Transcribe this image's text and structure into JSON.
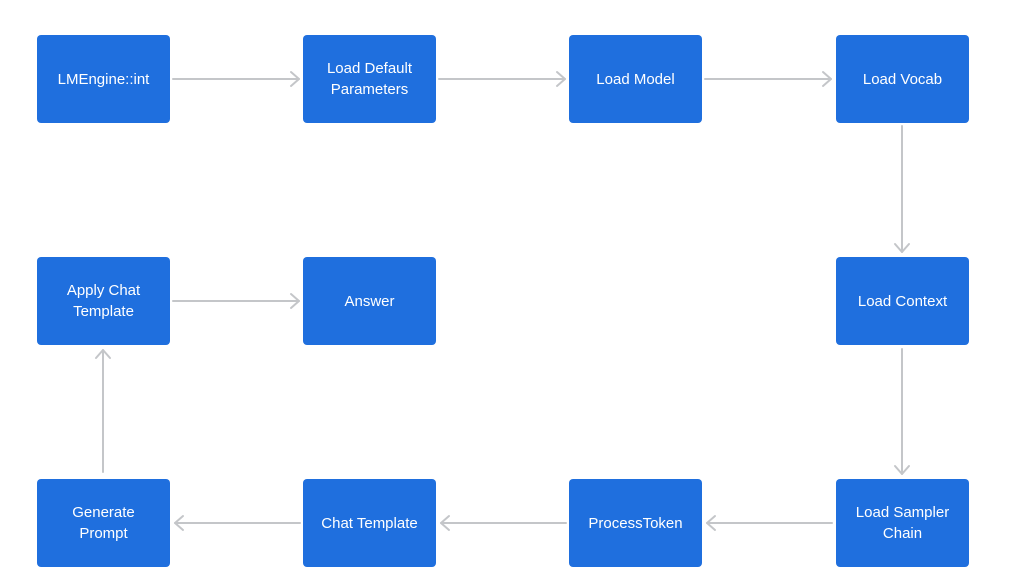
{
  "diagram": {
    "nodes": {
      "lmengine_init": "LMEngine::int",
      "load_default_parameters": "Load Default Parameters",
      "load_model": "Load Model",
      "load_vocab": "Load Vocab",
      "load_context": "Load Context",
      "load_sampler_chain": "Load Sampler Chain",
      "process_token": "ProcessToken",
      "chat_template": "Chat Template",
      "generate_prompt": "Generate Prompt",
      "apply_chat_template": "Apply Chat Template",
      "answer": "Answer"
    },
    "edges": [
      {
        "from": "lmengine_init",
        "to": "load_default_parameters"
      },
      {
        "from": "load_default_parameters",
        "to": "load_model"
      },
      {
        "from": "load_model",
        "to": "load_vocab"
      },
      {
        "from": "load_vocab",
        "to": "load_context"
      },
      {
        "from": "load_context",
        "to": "load_sampler_chain"
      },
      {
        "from": "load_sampler_chain",
        "to": "process_token"
      },
      {
        "from": "process_token",
        "to": "chat_template"
      },
      {
        "from": "chat_template",
        "to": "generate_prompt"
      },
      {
        "from": "generate_prompt",
        "to": "apply_chat_template"
      },
      {
        "from": "apply_chat_template",
        "to": "answer"
      }
    ],
    "colors": {
      "node_fill": "#1f6fde",
      "node_text": "#ffffff",
      "arrow": "#c4c6c9"
    }
  }
}
